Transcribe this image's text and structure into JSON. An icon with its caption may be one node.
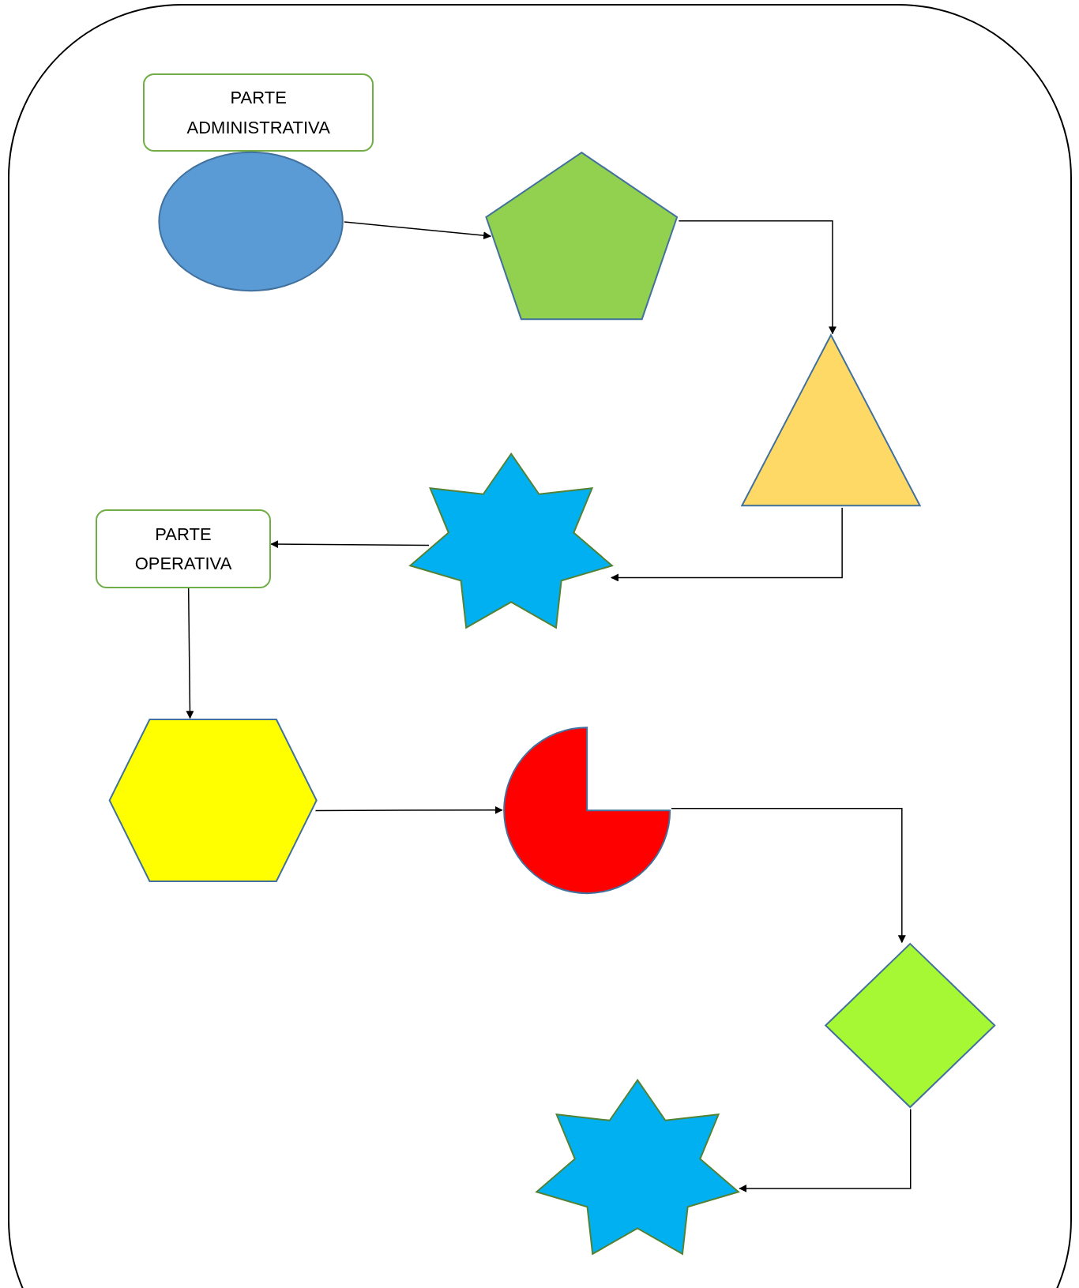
{
  "diagram": {
    "nodes": [
      {
        "text": [
          "PARTE ADMINISTRATIVA"
        ]
      },
      {
        "text": [],
        "shape": "ellipse"
      },
      {
        "text": [],
        "shape": "pentagon"
      },
      {
        "text": [],
        "shape": "triangle"
      },
      {
        "text": [],
        "shape": "star"
      },
      {
        "text": [
          "PARTE OPERATIVA"
        ]
      },
      {
        "text": [],
        "shape": "hexagon"
      },
      {
        "text": [],
        "shape": "pie"
      },
      {
        "text": [],
        "shape": "diamond"
      },
      {
        "text": [],
        "shape": "star"
      }
    ],
    "edges": [
      {
        "from": 1,
        "to": 2,
        "arrow": "to"
      },
      {
        "from": 2,
        "to": 3,
        "arrow": "to"
      },
      {
        "from": 3,
        "to": 4,
        "arrow": "to"
      },
      {
        "from": 4,
        "to": 5,
        "arrow": "to"
      },
      {
        "from": 5,
        "to": 6,
        "arrow": "to"
      },
      {
        "from": 6,
        "to": 7,
        "arrow": "to"
      },
      {
        "from": 7,
        "to": 8,
        "arrow": "to"
      },
      {
        "from": 8,
        "to": 9,
        "arrow": "to"
      }
    ]
  }
}
